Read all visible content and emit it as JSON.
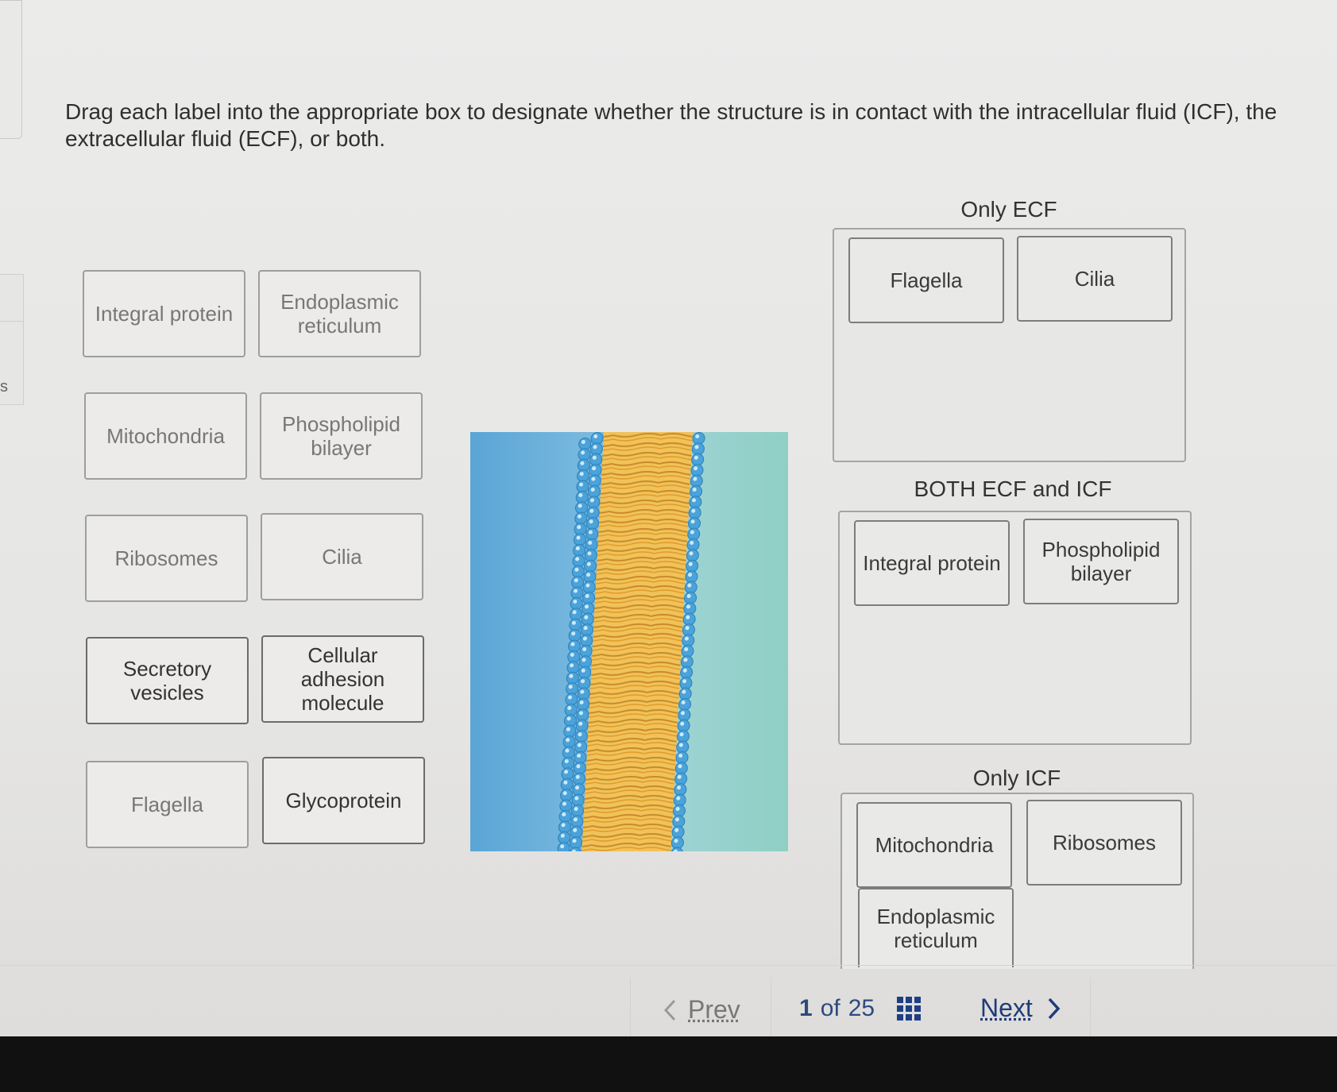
{
  "instructions": "Drag each label into the appropriate box to designate whether the structure is in contact with the intracellular fluid (ICF), the extracellular fluid (ECF), or both.",
  "edge_letter": "s",
  "label_bank": [
    "Integral protein",
    "Endoplasmic reticulum",
    "Mitochondria",
    "Phospholipid bilayer",
    "Ribosomes",
    "Cilia",
    "Secretory vesicles",
    "Cellular adhesion molecule",
    "Flagella",
    "Glycoprotein"
  ],
  "zones": {
    "only_ecf": {
      "title": "Only ECF",
      "items": [
        "Flagella",
        "Cilia"
      ]
    },
    "both": {
      "title": "BOTH ECF and ICF",
      "items": [
        "Integral protein",
        "Phospholipid bilayer"
      ]
    },
    "only_icf": {
      "title": "Only ICF",
      "items": [
        "Mitochondria",
        "Ribosomes",
        "Endoplasmic reticulum"
      ]
    }
  },
  "nav": {
    "prev": "Prev",
    "current": "1",
    "of": "of",
    "total": "25",
    "next": "Next"
  },
  "colors": {
    "ecf_fluid": "#5aa5d6",
    "icf_fluid": "#8fcfc4",
    "head_group": "#4aa3da",
    "lipid_tail": "#e8a93a",
    "nav_link": "#1f3c7a"
  }
}
